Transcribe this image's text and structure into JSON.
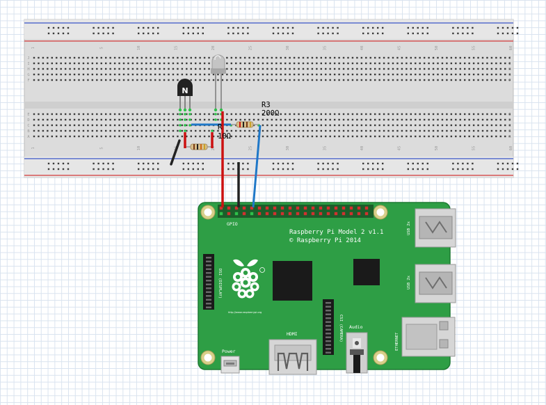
{
  "breadboard": {
    "column_numbers": [
      "1",
      "5",
      "10",
      "15",
      "20",
      "25",
      "30",
      "35",
      "40",
      "45",
      "50",
      "55",
      "60"
    ],
    "row_letters_top": [
      "J",
      "I",
      "H",
      "G",
      "F"
    ],
    "row_letters_bottom": [
      "E",
      "D",
      "C",
      "B",
      "A"
    ]
  },
  "components": {
    "transistor": {
      "label": "N"
    },
    "r3": {
      "name": "R3",
      "value": "200Ω"
    },
    "r_partial": {
      "name": "R",
      "value": "10Ω"
    }
  },
  "pi": {
    "title": "Raspberry Pi Model 2 v1.1",
    "copyright": "© Raspberry Pi 2014",
    "gpio": "GPIO",
    "usb1": "USB 2x",
    "usb2": "USB 2x",
    "ethernet": "ETHERNET",
    "hdmi": "HDMI",
    "audio": "Audio",
    "power": "Power",
    "dsi": "DSI (DISPLAY)",
    "csi": "CSI (CAMERA)",
    "url": "http://www.raspberrypi.org"
  },
  "colors": {
    "board_green": "#2e9e45",
    "wire_red": "#cc1111",
    "wire_black": "#222222",
    "wire_blue": "#1f78c8",
    "rail_red": "#d23a3a",
    "rail_blue": "#3a55c8"
  }
}
